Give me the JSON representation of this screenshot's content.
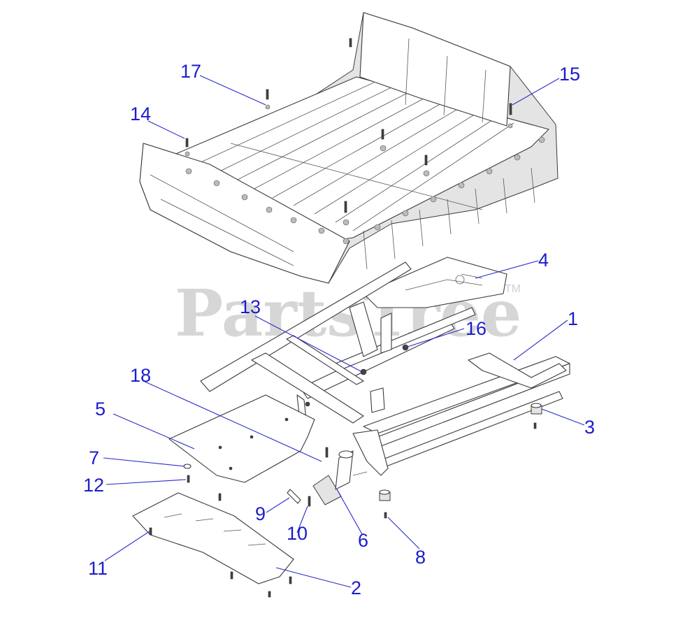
{
  "watermark": {
    "text": "PartsTree",
    "trademark": "TM"
  },
  "callouts": [
    {
      "id": "callout-1",
      "label": "1"
    },
    {
      "id": "callout-2",
      "label": "2"
    },
    {
      "id": "callout-3",
      "label": "3"
    },
    {
      "id": "callout-4",
      "label": "4"
    },
    {
      "id": "callout-5",
      "label": "5"
    },
    {
      "id": "callout-6",
      "label": "6"
    },
    {
      "id": "callout-7",
      "label": "7"
    },
    {
      "id": "callout-8",
      "label": "8"
    },
    {
      "id": "callout-9",
      "label": "9"
    },
    {
      "id": "callout-10",
      "label": "10"
    },
    {
      "id": "callout-11",
      "label": "11"
    },
    {
      "id": "callout-12",
      "label": "12"
    },
    {
      "id": "callout-13",
      "label": "13"
    },
    {
      "id": "callout-14",
      "label": "14"
    },
    {
      "id": "callout-15",
      "label": "15"
    },
    {
      "id": "callout-16",
      "label": "16"
    },
    {
      "id": "callout-17",
      "label": "17"
    },
    {
      "id": "callout-18",
      "label": "18"
    }
  ],
  "colors": {
    "callout": "#1c1ccc",
    "line_art": "#3a3a3a",
    "watermark": "#d6d6d6"
  }
}
